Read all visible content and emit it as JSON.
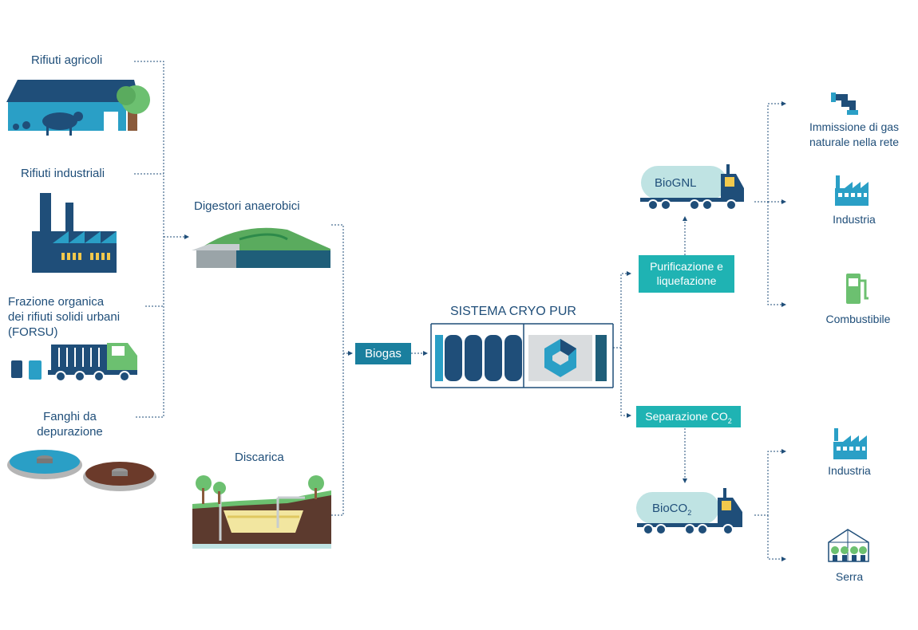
{
  "sources": {
    "agricultural": "Rifiuti agricoli",
    "industrial": "Rifiuti industriali",
    "organic_line1": "Frazione organica",
    "organic_line2": "dei rifiuti solidi urbani",
    "organic_line3": "(FORSU)",
    "sludge_line1": "Fanghi da",
    "sludge_line2": "depurazione"
  },
  "middle": {
    "digesters": "Digestori anaerobici",
    "landfill": "Discarica",
    "biogas": "Biogas"
  },
  "system": {
    "title": "SISTEMA CRYO PUR"
  },
  "processes": {
    "purification_line1": "Purificazione e",
    "purification_line2": "liquefazione",
    "separation": "Separazione CO",
    "separation_sub": "2"
  },
  "products": {
    "biognl": "BioGNL",
    "bioco2": "BioCO",
    "bioco2_sub": "2"
  },
  "uses": {
    "grid_line1": "Immissione di gas",
    "grid_line2": "naturale nella rete",
    "industry_gnl": "Industria",
    "fuel": "Combustibile",
    "industry_co2": "Industria",
    "greenhouse": "Serra"
  },
  "colors": {
    "navy": "#1f4e79",
    "teal": "#1fb3b3",
    "green": "#6cc070",
    "light_teal": "#bfe3e3"
  }
}
